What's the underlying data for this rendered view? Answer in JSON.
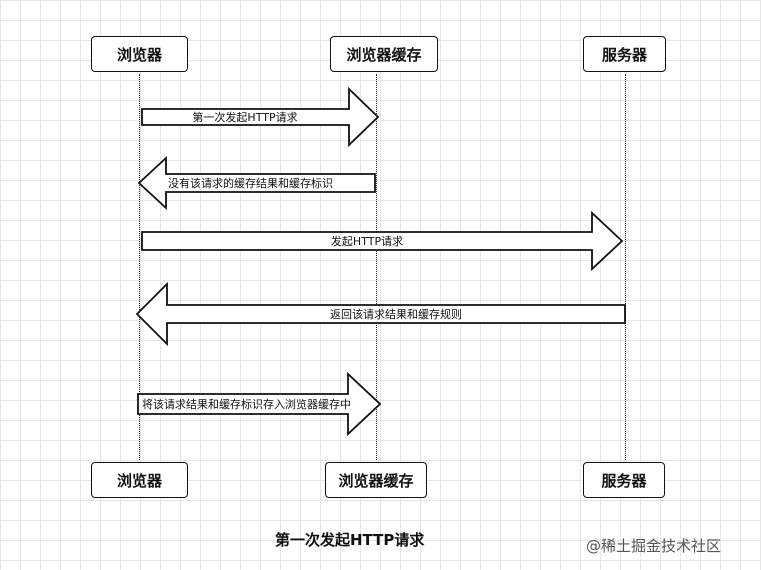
{
  "diagram": {
    "actors": {
      "browser": "浏览器",
      "cache": "浏览器缓存",
      "server": "服务器"
    },
    "messages": [
      {
        "text": "第一次发起HTTP请求",
        "direction": "right"
      },
      {
        "text": "没有该请求的缓存结果和缓存标识",
        "direction": "left"
      },
      {
        "text": "发起HTTP请求",
        "direction": "right"
      },
      {
        "text": "返回该请求结果和缓存规则",
        "direction": "left"
      },
      {
        "text": "将该请求结果和缓存标识存入浏览器缓存中",
        "direction": "right"
      }
    ],
    "caption": "第一次发起HTTP请求"
  },
  "watermark": "@稀土掘金技术社区",
  "colors": {
    "line": "#111111",
    "grid": "#e6e6e6",
    "fill": "#ffffff"
  }
}
